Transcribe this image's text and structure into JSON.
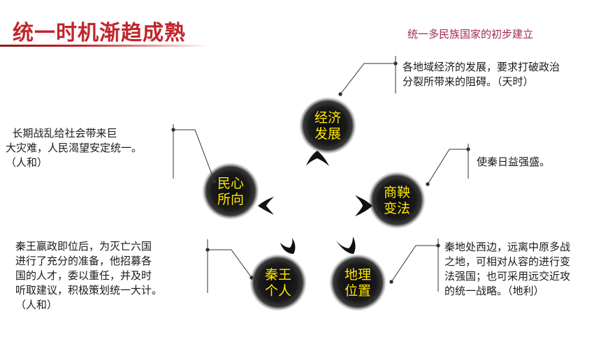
{
  "title": "统一时机渐趋成熟",
  "subtitle": "统一多民族国家的初步建立",
  "nodes": {
    "economy": "经济\n发展",
    "reform": "商鞅\n变法",
    "geography": "地理\n位置",
    "king": "秦王\n个人",
    "people": "民心\n所向"
  },
  "notes": {
    "economy": "各地域经济的发展，要求打破政治\n分裂所带来的阻碍。（天时）",
    "reform": "使秦日益强盛。",
    "geography": "秦地处西边，远离中原多战\n之地，可相对从容的进行变\n法强国；也可采用远交近攻\n的统一战略。（地利）",
    "king": "秦王嬴政即位后，为灭亡六国\n进行了充分的准备，他招募各\n国的人才，委以重任，并及时\n听取建议，积极策划统一大计。\n（人和）",
    "people": "  长期战乱给社会带来巨\n大灾难，人民渴望安定统一。\n（人和）"
  },
  "colors": {
    "title": "#c0262c",
    "subtitle": "#a0285a",
    "node_text": "#ffe600",
    "ink": "#111111"
  }
}
